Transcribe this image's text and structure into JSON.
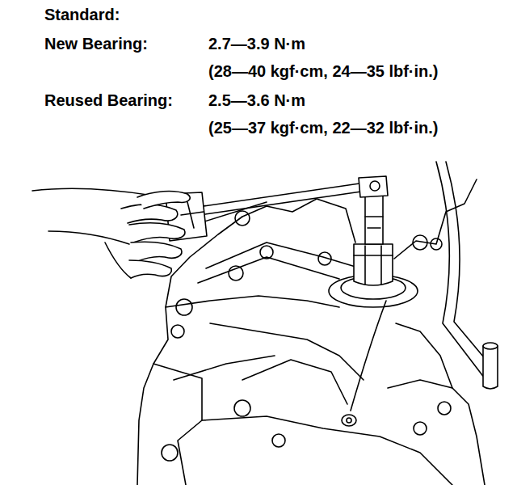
{
  "diagram": {
    "labels": [
      "Standard:",
      "New Bearing:",
      "2.7—3.9 N·m",
      "(28—40 kgf·cm, 24—35 lbf·in.)",
      "Reused Bearing:",
      "2.5—3.6 N·m",
      "(25—37 kgf·cm, 22—32 lbf·in.)"
    ]
  }
}
